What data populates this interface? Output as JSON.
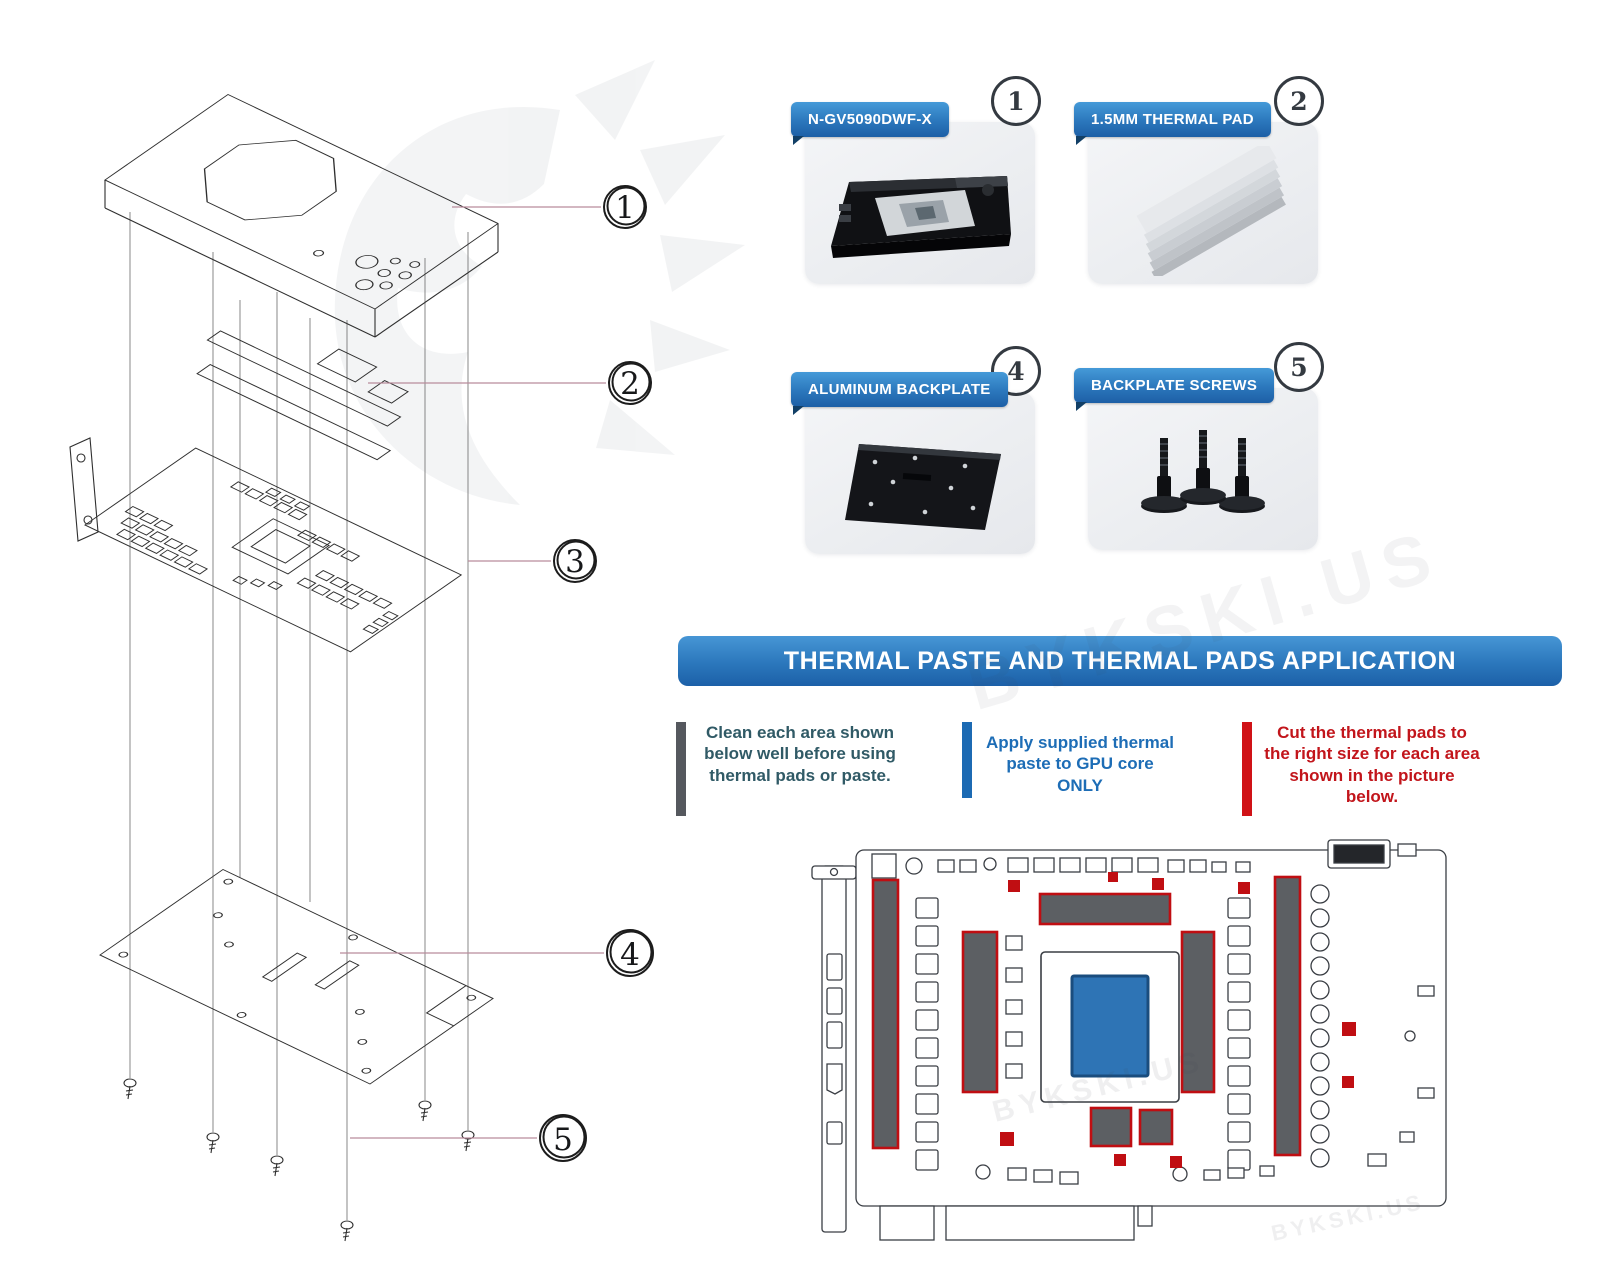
{
  "brand": {
    "watermark_text": "BYKSKI.US"
  },
  "exploded": {
    "callouts": [
      "1",
      "2",
      "3",
      "4",
      "5"
    ]
  },
  "parts": [
    {
      "number": "1",
      "label": "N-GV5090DWF-X",
      "image": "gpu-water-block"
    },
    {
      "number": "2",
      "label": "1.5MM THERMAL PAD",
      "image": "thermal-pad-stack"
    },
    {
      "number": "4",
      "label": "ALUMINUM BACKPLATE",
      "image": "aluminum-backplate"
    },
    {
      "number": "5",
      "label": "BACKPLATE SCREWS",
      "image": "backplate-screws"
    }
  ],
  "application": {
    "banner_title": "THERMAL PASTE AND THERMAL PADS APPLICATION",
    "notes": [
      {
        "style": "gray",
        "accent_color": "#55585e",
        "text_color": "#305a66",
        "text": "Clean each area shown below well before using thermal pads or paste."
      },
      {
        "style": "blue",
        "accent_color": "#1c6ab3",
        "text_color": "#1d6db6",
        "text": "Apply supplied thermal paste to GPU core ONLY"
      },
      {
        "style": "red",
        "accent_color": "#d01217",
        "text_color": "#c2151b",
        "text": "Cut the thermal pads to the right size for each area shown in the picture below."
      }
    ]
  },
  "pcb": {
    "gpu_core_color": "#2e74b5",
    "thermal_pad_fill": "#5c5f63",
    "thermal_pad_outline": "#c00e12"
  },
  "colors": {
    "banner_blue_top": "#4796d5",
    "banner_blue_bottom": "#1c60a8",
    "ribbon_blue": "#2b77bc"
  }
}
